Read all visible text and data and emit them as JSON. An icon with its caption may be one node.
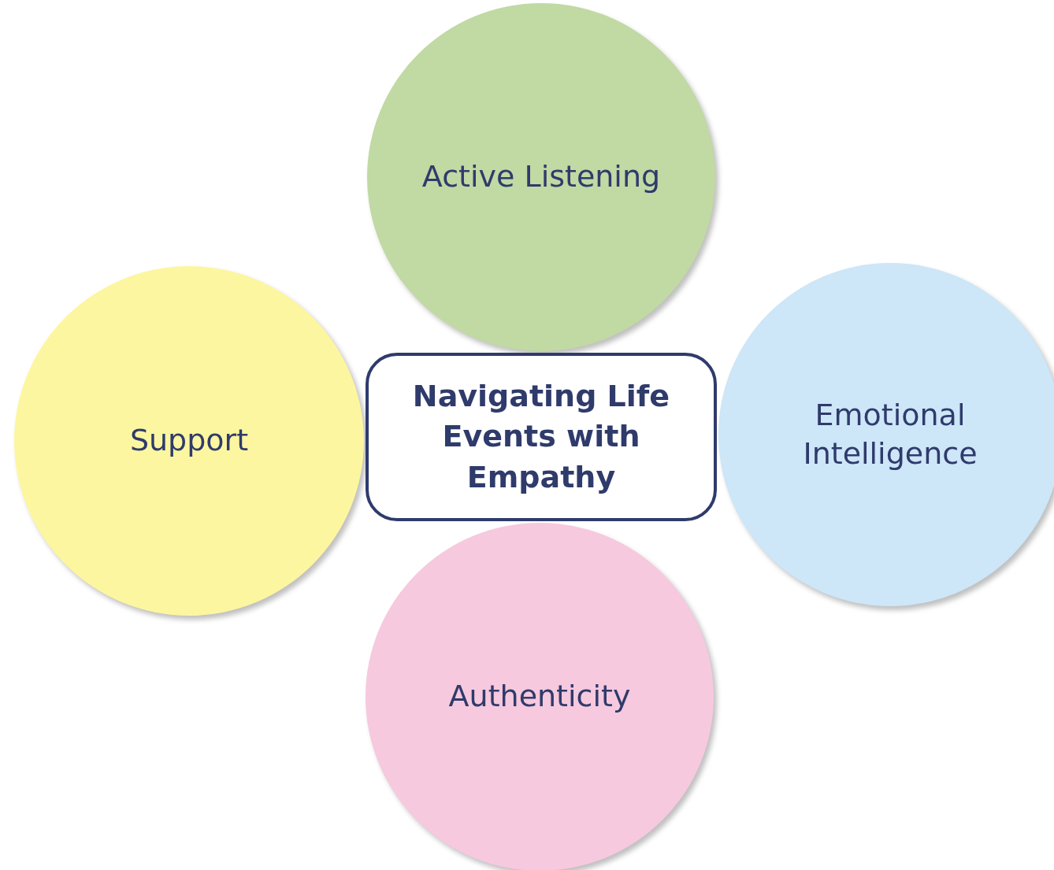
{
  "diagram": {
    "nodes": [
      {
        "text": [
          "Active Listening"
        ]
      },
      {
        "text": [
          "Support"
        ]
      },
      {
        "text": [
          "Navigating Life Events with Empathy"
        ]
      },
      {
        "text": [
          "Emotional Intelligence"
        ]
      },
      {
        "text": [
          "Authenticity"
        ]
      }
    ]
  }
}
